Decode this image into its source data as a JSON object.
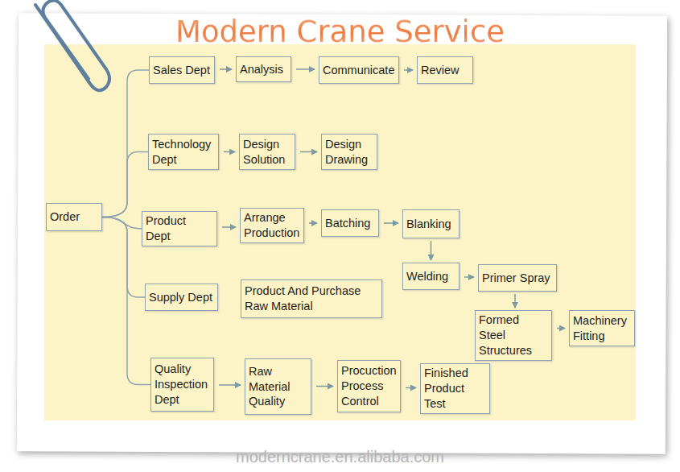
{
  "diagram": {
    "title": "Modern Crane Service",
    "nodes": [
      {
        "text": [
          "Order"
        ]
      },
      {
        "text": [
          "Sales Dept"
        ]
      },
      {
        "text": [
          "Analysis"
        ]
      },
      {
        "text": [
          "Communicate"
        ]
      },
      {
        "text": [
          "Review"
        ]
      },
      {
        "text": [
          "Technology Dept"
        ]
      },
      {
        "text": [
          "Design Solution"
        ]
      },
      {
        "text": [
          "Design Drawing"
        ]
      },
      {
        "text": [
          "Product Dept"
        ]
      },
      {
        "text": [
          "Arrange Production"
        ]
      },
      {
        "text": [
          "Batching"
        ]
      },
      {
        "text": [
          "Blanking"
        ]
      },
      {
        "text": [
          "Supply Dept"
        ]
      },
      {
        "text": [
          "Product And Purchase Raw Material"
        ]
      },
      {
        "text": [
          "Welding"
        ]
      },
      {
        "text": [
          "Primer Spray"
        ]
      },
      {
        "text": [
          "Formed Steel Structures"
        ]
      },
      {
        "text": [
          "Machinery Fitting"
        ]
      },
      {
        "text": [
          "Quality Inspection Dept"
        ]
      },
      {
        "text": [
          "Raw Material Quality"
        ]
      },
      {
        "text": [
          "Procuction Process Control"
        ]
      },
      {
        "text": [
          "Finished Product Test"
        ]
      }
    ],
    "edges": [
      {
        "from": 0,
        "to": 1,
        "arrow": "none"
      },
      {
        "from": 0,
        "to": 5,
        "arrow": "none"
      },
      {
        "from": 0,
        "to": 8,
        "arrow": "none"
      },
      {
        "from": 0,
        "to": 12,
        "arrow": "none"
      },
      {
        "from": 0,
        "to": 18,
        "arrow": "none"
      },
      {
        "from": 1,
        "to": 2,
        "arrow": "to"
      },
      {
        "from": 2,
        "to": 3,
        "arrow": "to"
      },
      {
        "from": 3,
        "to": 4,
        "arrow": "to"
      },
      {
        "from": 5,
        "to": 6,
        "arrow": "to"
      },
      {
        "from": 6,
        "to": 7,
        "arrow": "to"
      },
      {
        "from": 8,
        "to": 9,
        "arrow": "to"
      },
      {
        "from": 9,
        "to": 10,
        "arrow": "to"
      },
      {
        "from": 10,
        "to": 11,
        "arrow": "to"
      },
      {
        "from": 11,
        "to": 14,
        "arrow": "to"
      },
      {
        "from": 14,
        "to": 15,
        "arrow": "to"
      },
      {
        "from": 15,
        "to": 16,
        "arrow": "to"
      },
      {
        "from": 16,
        "to": 17,
        "arrow": "to"
      },
      {
        "from": 18,
        "to": 19,
        "arrow": "to"
      },
      {
        "from": 19,
        "to": 20,
        "arrow": "to"
      },
      {
        "from": 20,
        "to": 21,
        "arrow": "to"
      }
    ],
    "labels": [
      "moderncrane.en.alibaba.com"
    ]
  }
}
